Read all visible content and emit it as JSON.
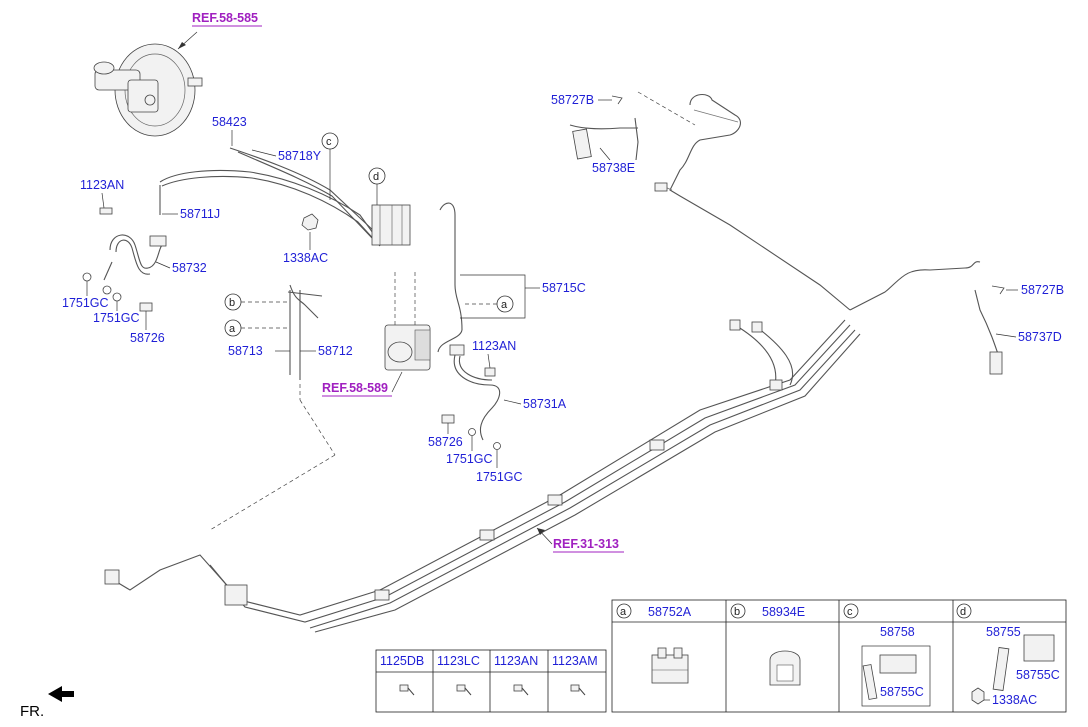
{
  "refs": {
    "ref_58585": "REF.58-585",
    "ref_58589": "REF.58-589",
    "ref_31313": "REF.31-313"
  },
  "labels": {
    "p58423": "58423",
    "p58718Y": "58718Y",
    "p1123AN_left": "1123AN",
    "p58711J": "58711J",
    "p58732": "58732",
    "p1751GC_a": "1751GC",
    "p1751GC_b": "1751GC",
    "p58726_left": "58726",
    "p1338AC": "1338AC",
    "p58713": "58713",
    "p58712": "58712",
    "p58715C": "58715C",
    "p1123AN_mid": "1123AN",
    "p58731A": "58731A",
    "p58726_mid": "58726",
    "p1751GC_c": "1751GC",
    "p1751GC_d": "1751GC",
    "p58727B_top": "58727B",
    "p58738E": "58738E",
    "p58727B_right": "58727B",
    "p58737D": "58737D"
  },
  "circles": {
    "c": "c",
    "d": "d",
    "b": "b",
    "a_left": "a",
    "a_mid": "a"
  },
  "front_label": "FR.",
  "bolt_table": {
    "headers": [
      "1125DB",
      "1123LC",
      "1123AN",
      "1123AM"
    ]
  },
  "parts_table": {
    "cells": [
      {
        "letter": "a",
        "part": "58752A",
        "sub": []
      },
      {
        "letter": "b",
        "part": "58934E",
        "sub": []
      },
      {
        "letter": "c",
        "part": "",
        "sub": [
          "58758",
          "58755C"
        ]
      },
      {
        "letter": "d",
        "part": "",
        "sub": [
          "58755",
          "58755C",
          "1338AC"
        ]
      }
    ]
  }
}
